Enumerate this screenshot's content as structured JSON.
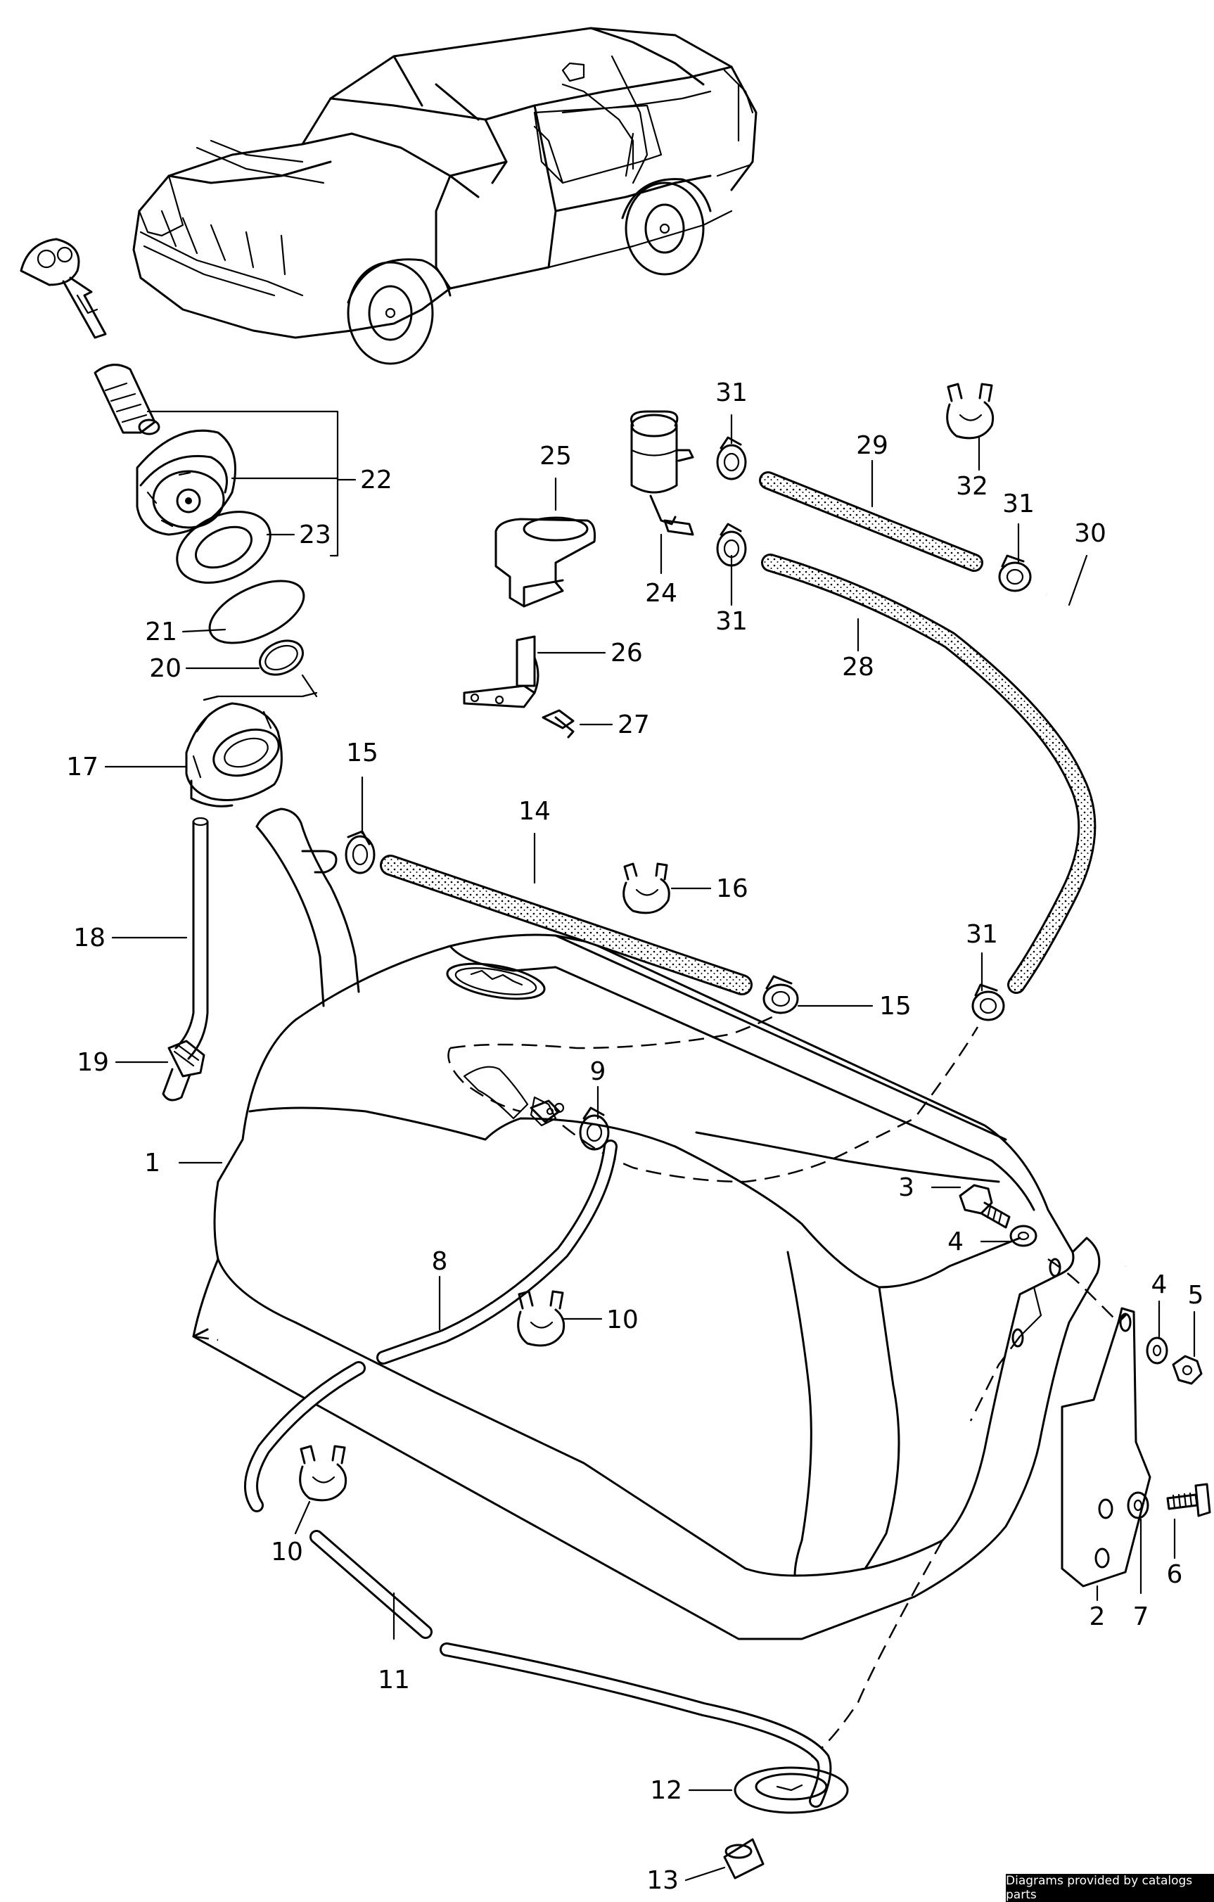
{
  "credit": "Diagrams provided by catalogs parts",
  "callouts": [
    {
      "id": "c1",
      "label": "1"
    },
    {
      "id": "c2",
      "label": "2"
    },
    {
      "id": "c3",
      "label": "3"
    },
    {
      "id": "c4a",
      "label": "4"
    },
    {
      "id": "c4b",
      "label": "4"
    },
    {
      "id": "c5",
      "label": "5"
    },
    {
      "id": "c6",
      "label": "6"
    },
    {
      "id": "c7",
      "label": "7"
    },
    {
      "id": "c8",
      "label": "8"
    },
    {
      "id": "c9",
      "label": "9"
    },
    {
      "id": "c10a",
      "label": "10"
    },
    {
      "id": "c10b",
      "label": "10"
    },
    {
      "id": "c11",
      "label": "11"
    },
    {
      "id": "c12",
      "label": "12"
    },
    {
      "id": "c13",
      "label": "13"
    },
    {
      "id": "c14",
      "label": "14"
    },
    {
      "id": "c15a",
      "label": "15"
    },
    {
      "id": "c15b",
      "label": "15"
    },
    {
      "id": "c16",
      "label": "16"
    },
    {
      "id": "c17",
      "label": "17"
    },
    {
      "id": "c18",
      "label": "18"
    },
    {
      "id": "c19",
      "label": "19"
    },
    {
      "id": "c20",
      "label": "20"
    },
    {
      "id": "c21",
      "label": "21"
    },
    {
      "id": "c22",
      "label": "22"
    },
    {
      "id": "c23",
      "label": "23"
    },
    {
      "id": "c24",
      "label": "24"
    },
    {
      "id": "c25",
      "label": "25"
    },
    {
      "id": "c26",
      "label": "26"
    },
    {
      "id": "c27",
      "label": "27"
    },
    {
      "id": "c28",
      "label": "28"
    },
    {
      "id": "c29",
      "label": "29"
    },
    {
      "id": "c30",
      "label": "30"
    },
    {
      "id": "c31a",
      "label": "31"
    },
    {
      "id": "c31b",
      "label": "31"
    },
    {
      "id": "c31c",
      "label": "31"
    },
    {
      "id": "c31d",
      "label": "31"
    },
    {
      "id": "c32",
      "label": "32"
    }
  ]
}
